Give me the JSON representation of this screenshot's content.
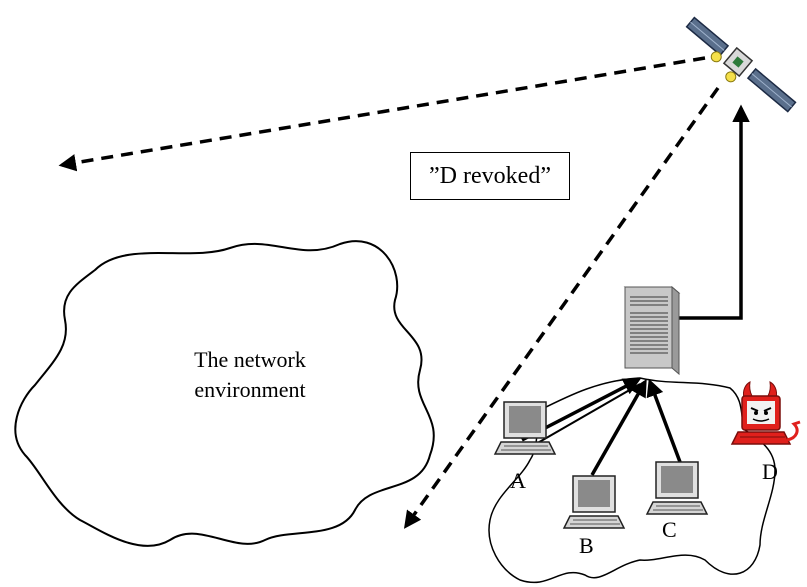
{
  "message_box": {
    "text": "”D revoked”"
  },
  "network_cloud": {
    "line1": "The network",
    "line2": "environment"
  },
  "nodes": [
    {
      "id": "A",
      "label": "A"
    },
    {
      "id": "B",
      "label": "B"
    },
    {
      "id": "C",
      "label": "C"
    },
    {
      "id": "D",
      "label": "D"
    }
  ],
  "colors": {
    "devil": "#e0201c",
    "server": "#c8c8c8",
    "laptop_screen": "#8a8a8a"
  },
  "icons": [
    "satellite-icon",
    "server-icon",
    "laptop-icon",
    "devil-laptop-icon"
  ]
}
